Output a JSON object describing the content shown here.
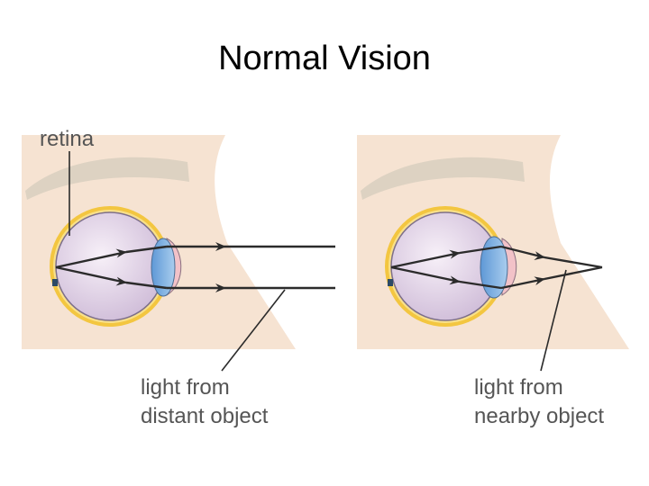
{
  "title": "Normal Vision",
  "labels": {
    "retina": "retina",
    "distant_line1": "light from",
    "distant_line2": "distant object",
    "nearby_line1": "light from",
    "nearby_line2": "nearby object"
  },
  "colors": {
    "skin": "#f6e3d2",
    "brow": "#ddd2c2",
    "retina": "#f3c640",
    "eyeball": "#e7dbed",
    "lens": "#7aaee0",
    "cornea": "#f2c2c8",
    "ray": "#2b2b2b",
    "label": "#555555"
  }
}
